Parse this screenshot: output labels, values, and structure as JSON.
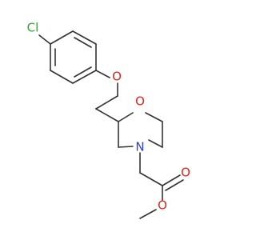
{
  "molecule": {
    "atoms": {
      "chlorine": "Cl",
      "ether_oxygen": "O",
      "ring_oxygen": "O",
      "ring_nitrogen": "N",
      "carbonyl_oxygen": "O",
      "ester_oxygen": "O"
    },
    "colors": {
      "bond": "#333333",
      "chlorine": "#3aa23a",
      "oxygen": "#e0261d",
      "nitrogen": "#2f3fd8"
    }
  }
}
